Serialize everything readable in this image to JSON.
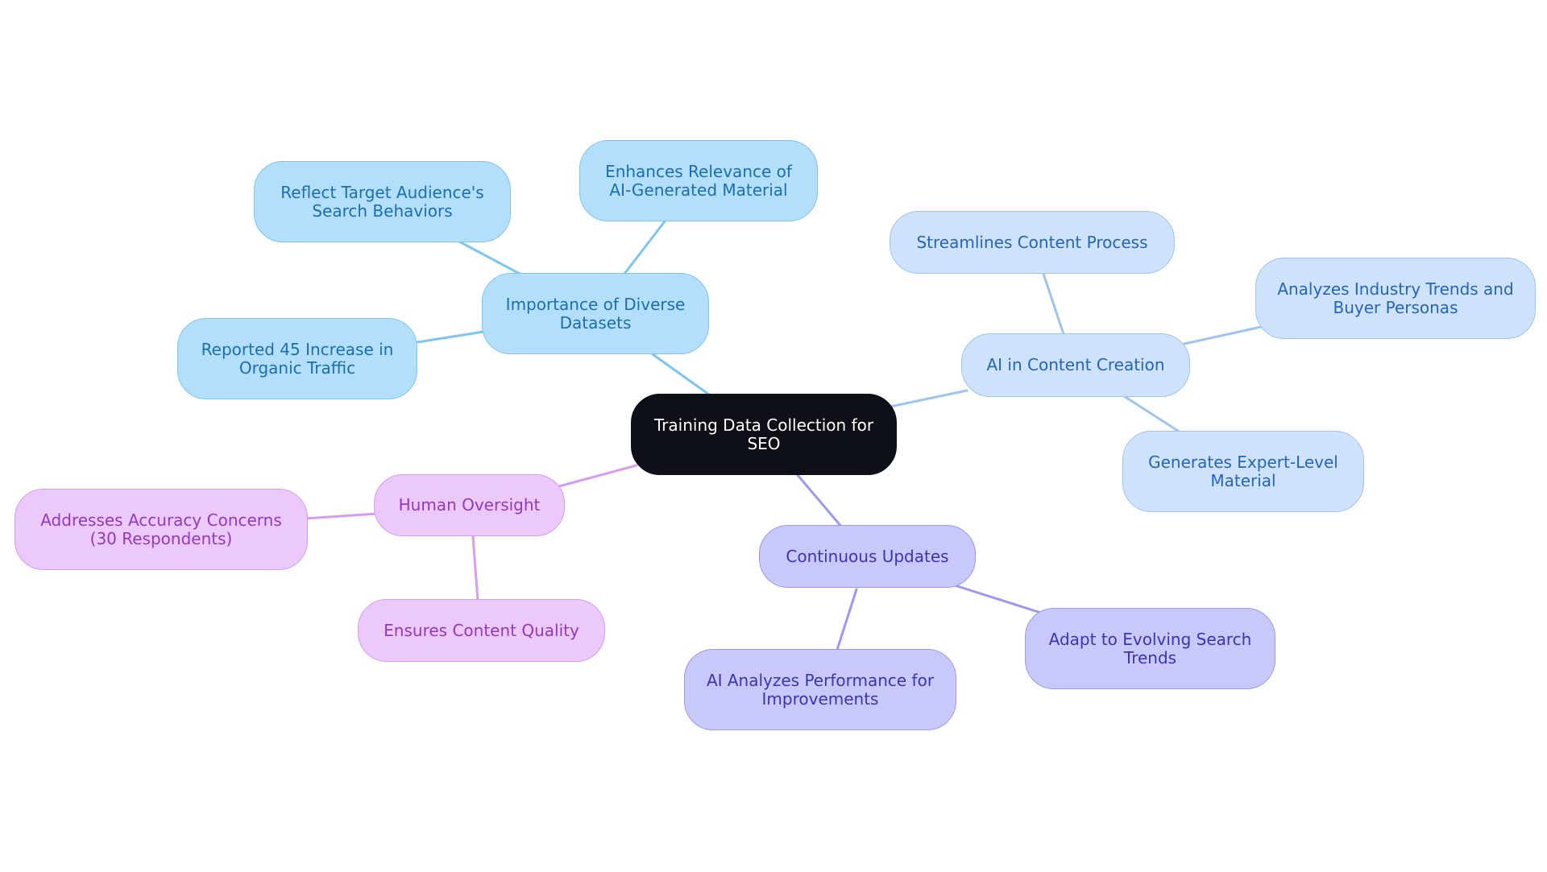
{
  "diagram": {
    "type": "mind-map",
    "root": "Training Data Collection for SEO",
    "branches": [
      {
        "label": "Importance of Diverse Datasets",
        "color": "#b3dffc",
        "children": [
          "Reflect Target Audience's Search Behaviors",
          "Enhances Relevance of AI-Generated Material",
          "Reported 45 Increase in Organic Traffic"
        ]
      },
      {
        "label": "AI in Content Creation",
        "color": "#cfe2fb",
        "children": [
          "Streamlines Content Process",
          "Analyzes Industry Trends and Buyer Personas",
          "Generates Expert-Level Material"
        ]
      },
      {
        "label": "Continuous Updates",
        "color": "#c9c8fb",
        "children": [
          "AI Analyzes Performance for Improvements",
          "Adapt to Evolving Search Trends"
        ]
      },
      {
        "label": "Human Oversight",
        "color": "#ebc9fb",
        "children": [
          "Addresses Accuracy Concerns (30 Respondents)",
          "Ensures Content Quality"
        ]
      }
    ]
  },
  "nodes": {
    "root": "Training Data Collection for\nSEO",
    "diverse": "Importance of Diverse\nDatasets",
    "reflect": "Reflect Target Audience's\nSearch Behaviors",
    "enhances": "Enhances Relevance of\nAI-Generated Material",
    "reported": "Reported 45 Increase in\nOrganic Traffic",
    "ai_content": "AI in Content Creation",
    "streamlines": "Streamlines Content Process",
    "analyzes": "Analyzes Industry Trends and\nBuyer Personas",
    "generates": "Generates Expert-Level\nMaterial",
    "continuous": "Continuous Updates",
    "ai_analyzes": "AI Analyzes Performance for\nImprovements",
    "adapt": "Adapt to Evolving Search\nTrends",
    "human": "Human Oversight",
    "addresses": "Addresses Accuracy Concerns\n(30 Respondents)",
    "ensures": "Ensures Content Quality"
  },
  "colors": {
    "root_fill": "#0d1117",
    "link_blue_light": "#7cc5f0",
    "link_blue_pale": "#9ec4f0",
    "link_lavender": "#9c99ee",
    "link_pink": "#d59cf2"
  }
}
